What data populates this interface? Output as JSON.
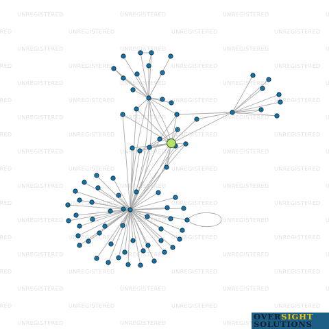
{
  "watermark": {
    "text": "UNREGISTERED"
  },
  "logo": {
    "line1_part1": "OVER",
    "line1_part2": "SIGHT",
    "line2": "SOLUTIONS",
    "colors": {
      "background": "#1d5e86",
      "accent": "#f3c300",
      "dark": "#0b1f2e"
    }
  },
  "graph": {
    "edge_color": "#a9a9a9",
    "node_color": "#1273a8",
    "focus_node_color": "#b6e36a"
  }
}
